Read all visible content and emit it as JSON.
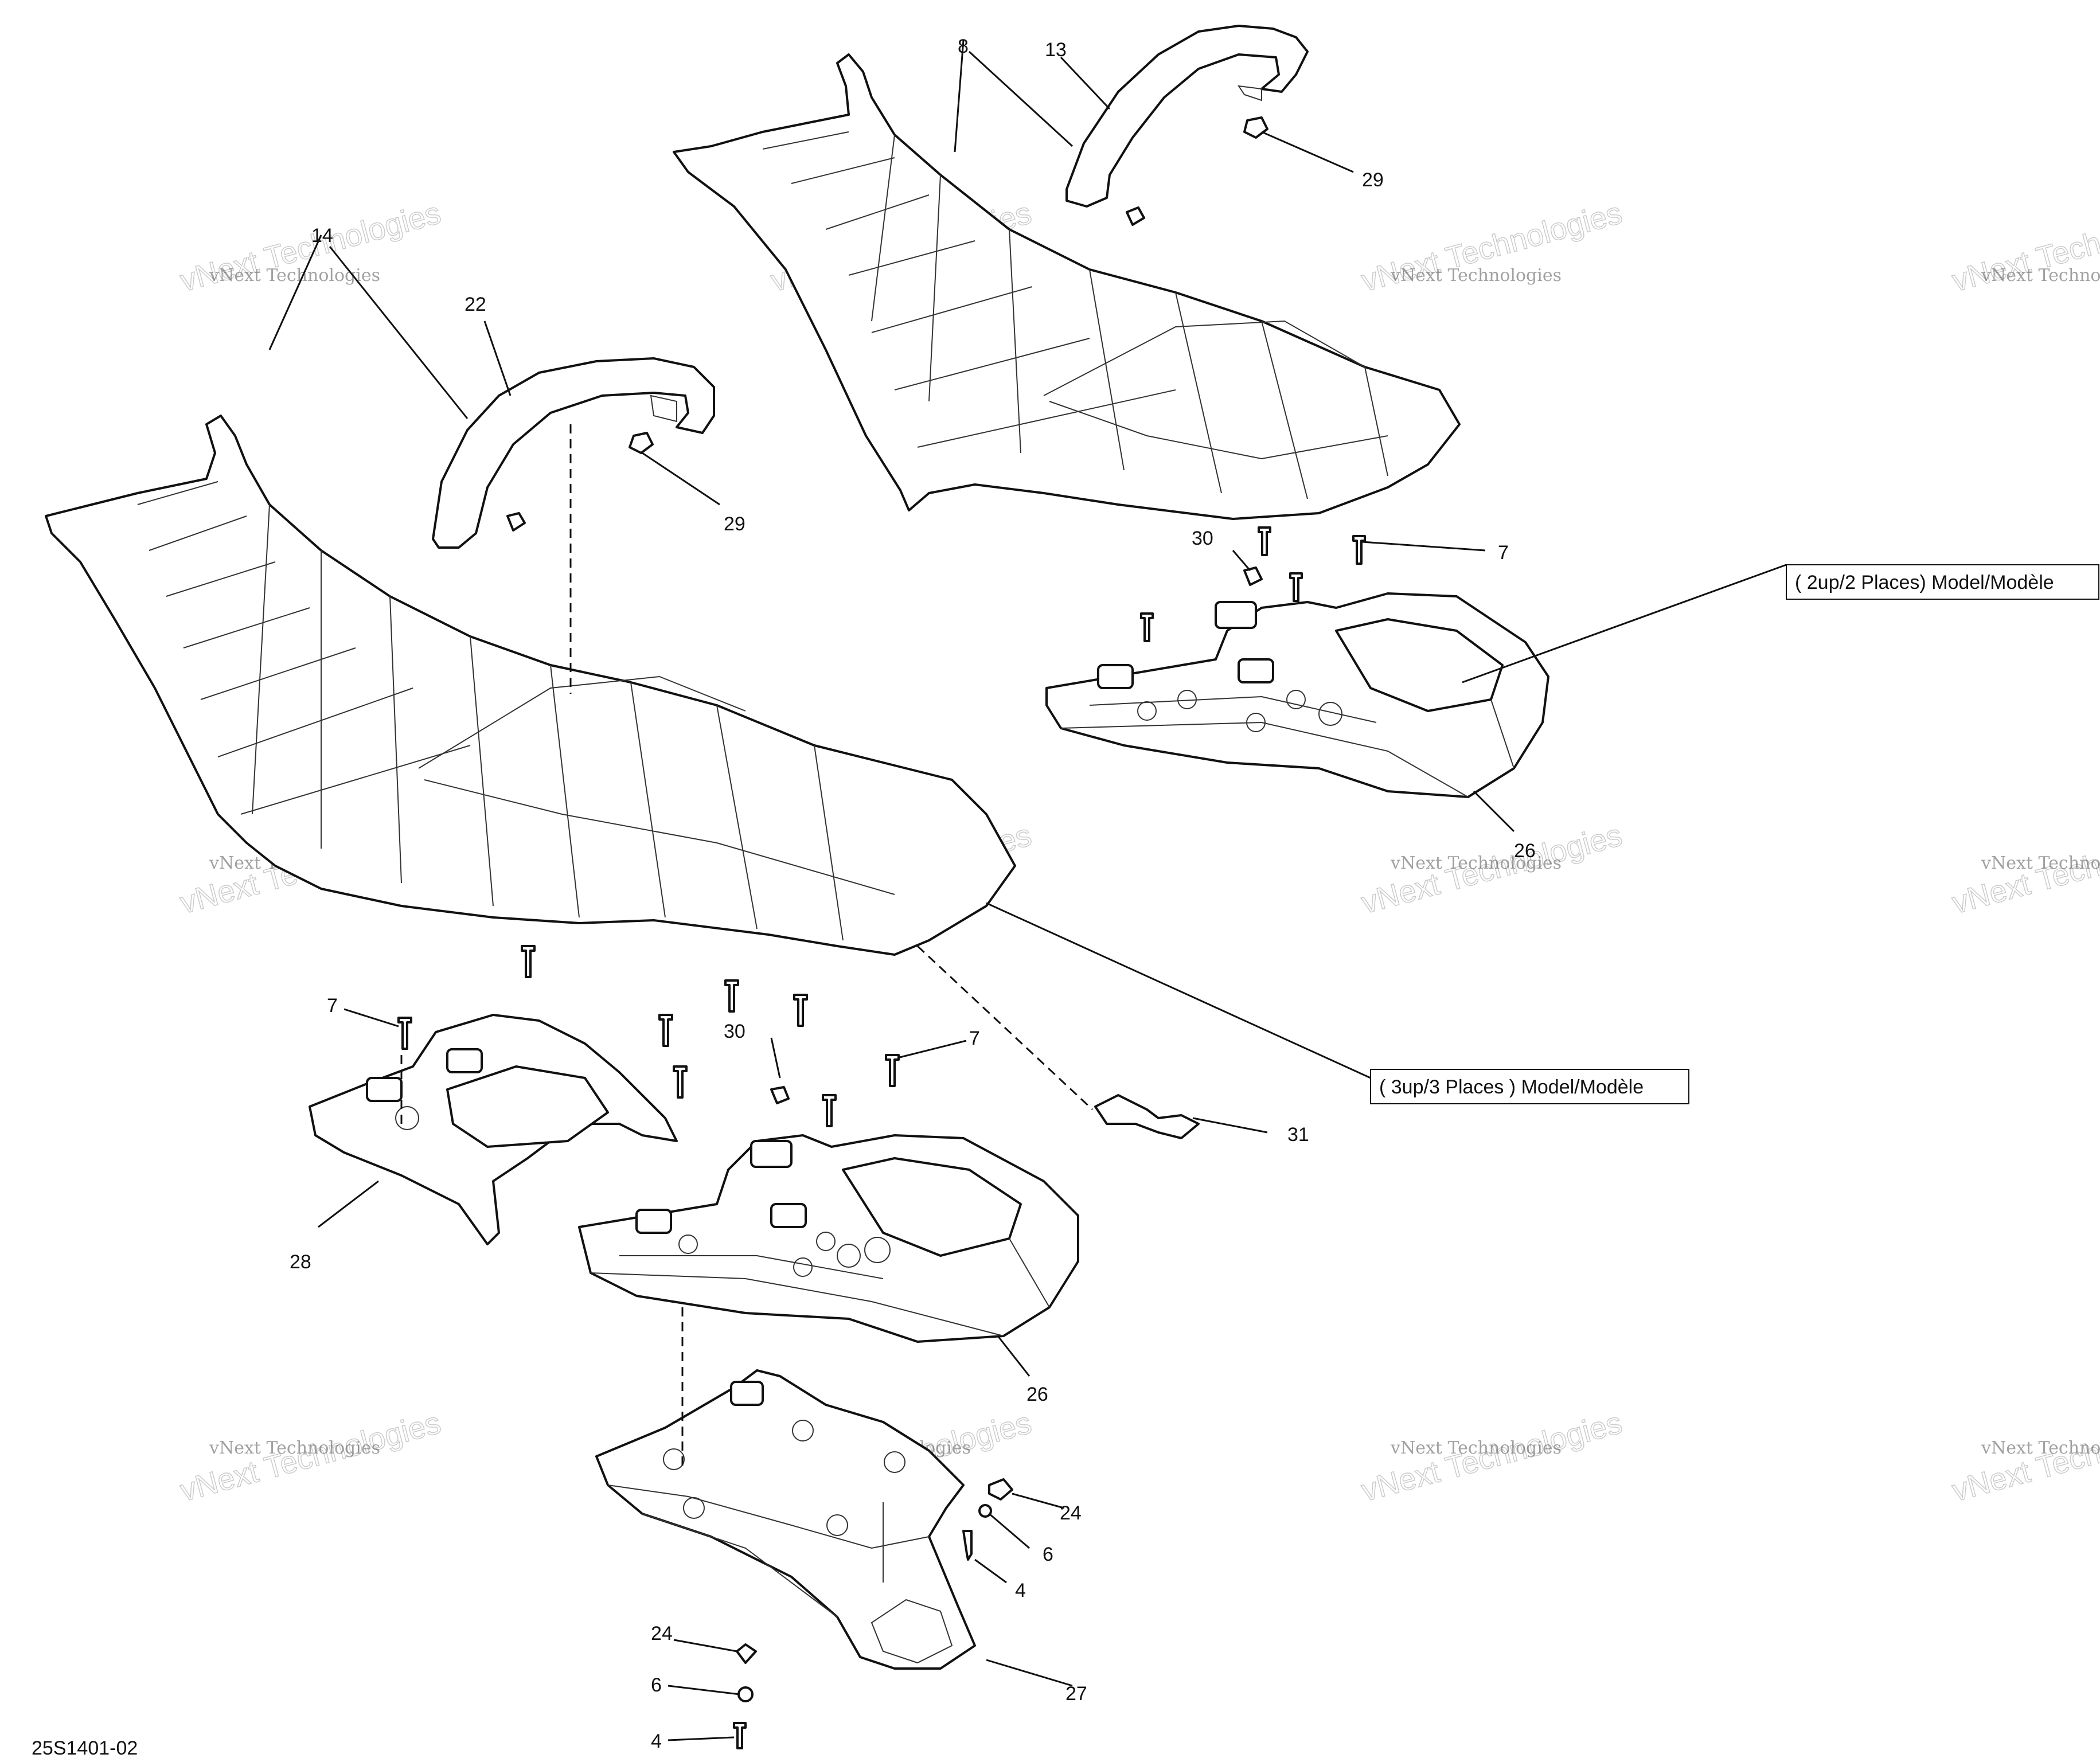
{
  "diagram": {
    "drawing_code": "25S1401-02",
    "model_labels": {
      "two_up": "( 2up/2 Places) Model/Modèle",
      "three_up": "( 3up/3 Places ) Model/Modèle"
    },
    "callouts": {
      "c8": "8",
      "c13": "13",
      "c29_top": "29",
      "c14": "14",
      "c22": "22",
      "c29_left": "29",
      "c30_right": "30",
      "c7_right": "7",
      "c26_right": "26",
      "c7_left": "7",
      "c30_center": "30",
      "c7_center": "7",
      "c31": "31",
      "c28": "28",
      "c26_center": "26",
      "c24_right": "24",
      "c6_right": "6",
      "c4_right": "4",
      "c24_bottom": "24",
      "c6_bottom": "6",
      "c4_bottom": "4",
      "c27": "27"
    },
    "watermark": {
      "line1": "vNext Technologies",
      "line2": "vNext Technologies"
    }
  }
}
